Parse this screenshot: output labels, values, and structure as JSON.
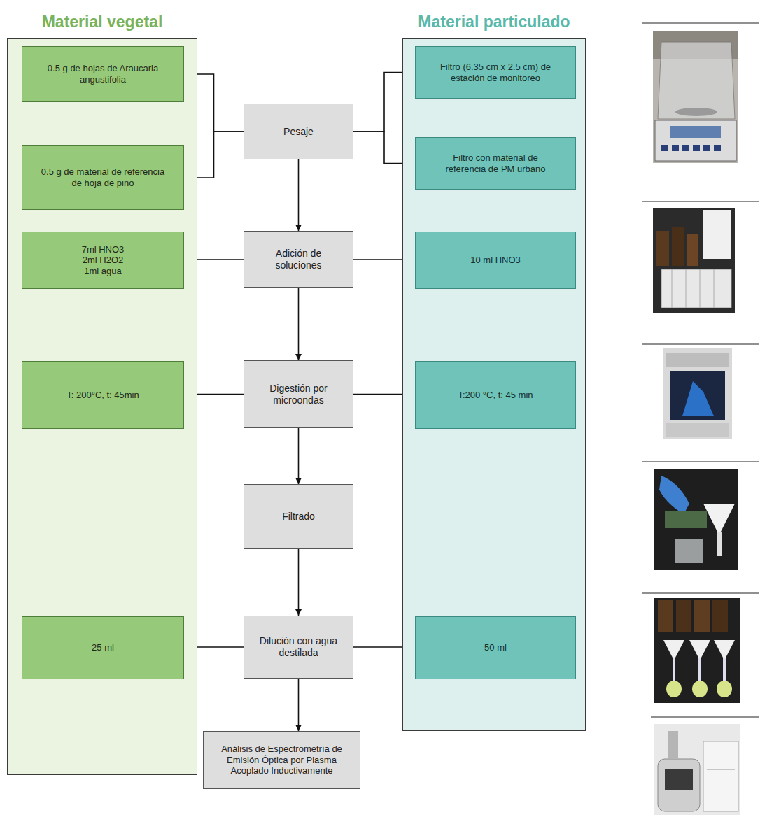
{
  "diagram": {
    "nodes": [
      {
        "text": [
          "Material vegetal"
        ]
      },
      {
        "text": [
          "0.5 g de hojas de Araucaria angustifolia"
        ],
        "in": 0
      },
      {
        "text": [
          "0.5 g de material de referencia de hoja de pino"
        ],
        "in": 0
      },
      {
        "text": [
          "7ml HNO3",
          "2ml H2O2",
          "1ml agua"
        ],
        "in": 0
      },
      {
        "text": [
          "T: 200°C, t: 45min"
        ],
        "in": 0
      },
      {
        "text": [
          "25 ml"
        ],
        "in": 0
      },
      {
        "text": [
          "Material particulado"
        ]
      },
      {
        "text": [
          "Filtro (6.35 cm x 2.5 cm) de estación de monitoreo"
        ],
        "in": 6
      },
      {
        "text": [
          "Filtro con material de referencia de PM urbano"
        ],
        "in": 6
      },
      {
        "text": [
          "10 ml HNO3"
        ],
        "in": 6
      },
      {
        "text": [
          "T:200 °C, t: 45 min"
        ],
        "in": 6
      },
      {
        "text": [
          "50 ml"
        ],
        "in": 6
      },
      {
        "text": [
          "Pesaje"
        ]
      },
      {
        "text": [
          "Adición de soluciones"
        ]
      },
      {
        "text": [
          "Digestión por microondas"
        ]
      },
      {
        "text": [
          "Filtrado"
        ]
      },
      {
        "text": [
          "Dilución con agua destilada"
        ]
      },
      {
        "text": [
          "Análisis de Espectrometría de Emisión Óptica por Plasma Acoplado Inductivamente"
        ]
      }
    ],
    "edges": [
      {
        "from": 12,
        "to": 1,
        "arrow": "to"
      },
      {
        "from": 12,
        "to": 2,
        "arrow": "to"
      },
      {
        "from": 12,
        "to": 7,
        "arrow": "to"
      },
      {
        "from": 12,
        "to": 8,
        "arrow": "to"
      },
      {
        "from": 13,
        "to": 3,
        "arrow": "to"
      },
      {
        "from": 13,
        "to": 9,
        "arrow": "to"
      },
      {
        "from": 14,
        "to": 4,
        "arrow": "to"
      },
      {
        "from": 14,
        "to": 10,
        "arrow": "to"
      },
      {
        "from": 16,
        "to": 5,
        "arrow": "to"
      },
      {
        "from": 16,
        "to": 11,
        "arrow": "to"
      },
      {
        "from": 12,
        "to": 13,
        "arrow": "to"
      },
      {
        "from": 13,
        "to": 14,
        "arrow": "to"
      },
      {
        "from": 14,
        "to": 15,
        "arrow": "to"
      },
      {
        "from": 15,
        "to": 16,
        "arrow": "to"
      },
      {
        "from": 16,
        "to": 17,
        "arrow": "to"
      }
    ]
  }
}
